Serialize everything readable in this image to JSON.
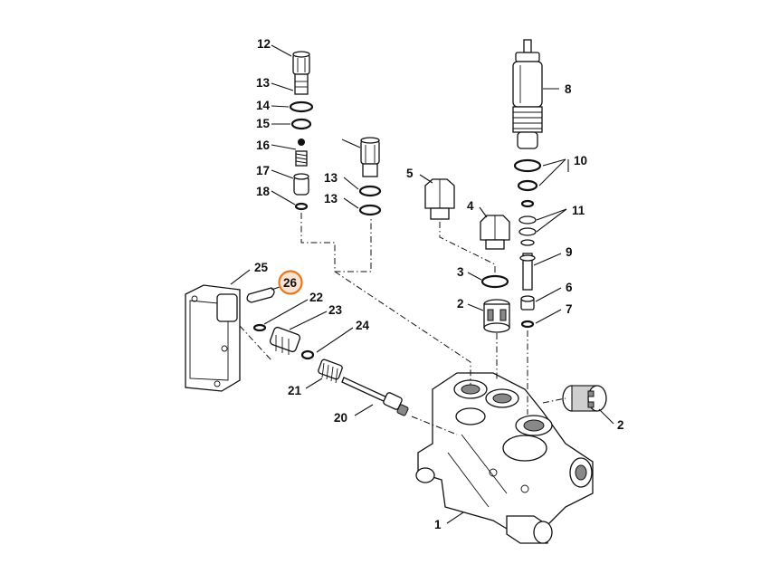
{
  "diagram": {
    "callouts": [
      {
        "id": "12",
        "text": "12"
      },
      {
        "id": "13a",
        "text": "13"
      },
      {
        "id": "14",
        "text": "14"
      },
      {
        "id": "15",
        "text": "15"
      },
      {
        "id": "16",
        "text": "16"
      },
      {
        "id": "17",
        "text": "17"
      },
      {
        "id": "18",
        "text": "18"
      },
      {
        "id": "13b",
        "text": "13"
      },
      {
        "id": "13c",
        "text": "13"
      },
      {
        "id": "8",
        "text": "8"
      },
      {
        "id": "10",
        "text": "10"
      },
      {
        "id": "11",
        "text": "11"
      },
      {
        "id": "9",
        "text": "9"
      },
      {
        "id": "6",
        "text": "6"
      },
      {
        "id": "7",
        "text": "7"
      },
      {
        "id": "5",
        "text": "5"
      },
      {
        "id": "4",
        "text": "4"
      },
      {
        "id": "3",
        "text": "3"
      },
      {
        "id": "2a",
        "text": "2"
      },
      {
        "id": "2b",
        "text": "2"
      },
      {
        "id": "25",
        "text": "25"
      },
      {
        "id": "26",
        "text": "26"
      },
      {
        "id": "22",
        "text": "22"
      },
      {
        "id": "23",
        "text": "23"
      },
      {
        "id": "24",
        "text": "24"
      },
      {
        "id": "21",
        "text": "21"
      },
      {
        "id": "20",
        "text": "20"
      },
      {
        "id": "1",
        "text": "1"
      }
    ],
    "highlight": {
      "callout": "26",
      "color": "#e87722"
    }
  }
}
